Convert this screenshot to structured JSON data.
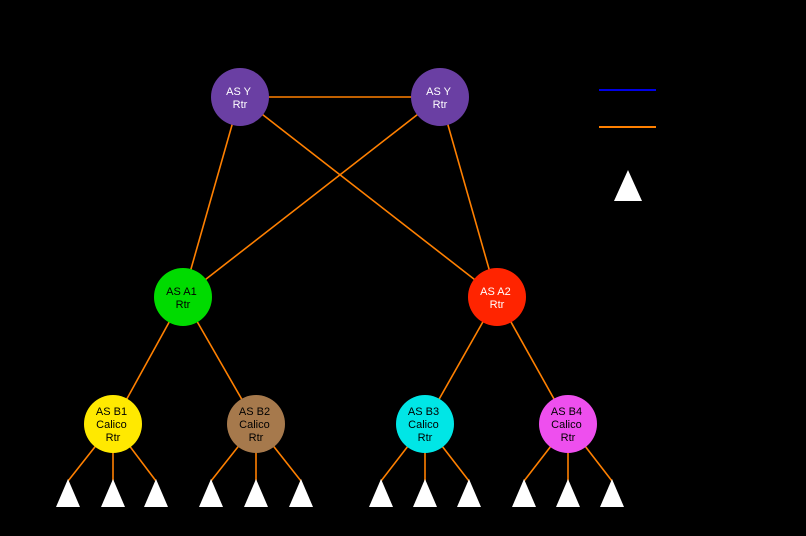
{
  "colors": {
    "background": "#000000",
    "edge": "#FF8000",
    "legend_blue": "#0000E6",
    "legend_orange": "#FF8000",
    "endpoint_fill": "#FFFFFF"
  },
  "nodes": {
    "asy1": {
      "line1": "AS Y",
      "line2": "Rtr",
      "color": "#6A3FA3",
      "text_color": "#FFFFFF"
    },
    "asy2": {
      "line1": "AS Y",
      "line2": "Rtr",
      "color": "#6A3FA3",
      "text_color": "#FFFFFF"
    },
    "asa1": {
      "line1": "AS A1",
      "line2": "Rtr",
      "color": "#00DB00",
      "text_color": "#000000"
    },
    "asa2": {
      "line1": "AS A2",
      "line2": "Rtr",
      "color": "#FF2400",
      "text_color": "#FFFFFF"
    },
    "asb1": {
      "line1": "AS B1",
      "line2": "Calico",
      "line3": "Rtr",
      "color": "#FFE900",
      "text_color": "#000000"
    },
    "asb2": {
      "line1": "AS B2",
      "line2": "Calico",
      "line3": "Rtr",
      "color": "#A6794C",
      "text_color": "#000000"
    },
    "asb3": {
      "line1": "AS B3",
      "line2": "Calico",
      "line3": "Rtr",
      "color": "#00E6E6",
      "text_color": "#000000"
    },
    "asb4": {
      "line1": "AS B4",
      "line2": "Calico",
      "line3": "Rtr",
      "color": "#EE4FEE",
      "text_color": "#000000"
    }
  }
}
